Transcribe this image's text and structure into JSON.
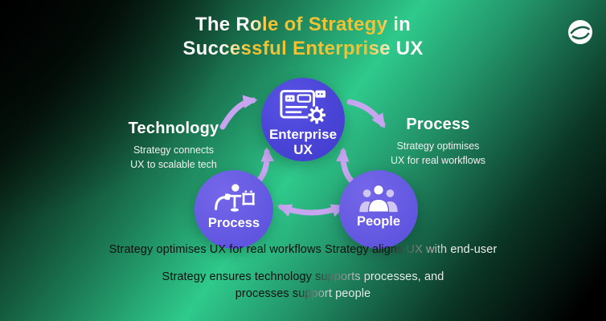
{
  "title": {
    "line1": "The Role of Strategy in",
    "line2": "Successful Enterprise UX"
  },
  "center_node": {
    "line1": "Enterprise",
    "line2": "UX"
  },
  "left_node": {
    "label": "Process"
  },
  "right_node": {
    "label": "People"
  },
  "left_callout": {
    "title": "Technology",
    "desc1": "Strategy connects",
    "desc2": "UX to scalable tech"
  },
  "right_callout": {
    "title": "Process",
    "desc1": "Strategy optimises",
    "desc2": "UX for real workflows"
  },
  "footnotes": {
    "line1": "Strategy optimises UX for real workflows Strategy aligns UX with end-user",
    "line2": "Strategy ensures technology supports processes, and",
    "line3": "processes support people"
  },
  "icons": {
    "logo": "dual-fish-logo-icon",
    "center": "browser-gear-icon",
    "left": "workflow-icon",
    "right": "people-group-icon"
  },
  "colors": {
    "background_green": "#2fca8c",
    "accent_gold": "#f2c233",
    "arrow_lavender": "#c7a5f0",
    "center_circle": "#4a44d6",
    "side_circle": "#655ae2"
  }
}
